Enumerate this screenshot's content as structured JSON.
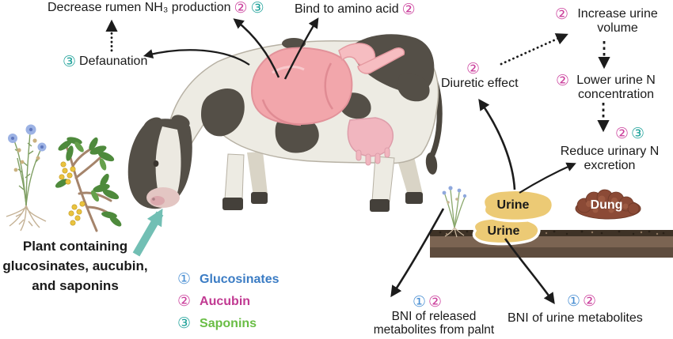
{
  "figure": {
    "badges": {
      "one": "①",
      "two": "②",
      "three": "③"
    },
    "labels": {
      "decrease_rumen": "Decrease rumen NH₃ production",
      "bind_amino": "Bind to amino acid",
      "defaunation": "Defaunation",
      "diuretic": "Diuretic effect",
      "increase_urine": {
        "l1": "Increase urine",
        "l2": "volume"
      },
      "lower_urine": {
        "l1": "Lower urine N",
        "l2": "concentration"
      },
      "reduce_urinary": {
        "l1": "Reduce urinary N",
        "l2": "excretion"
      },
      "bni_released": {
        "l1": "BNI of released",
        "l2": "metabolites from palnt"
      },
      "bni_urine": "BNI of urine metabolites",
      "plant_containing": {
        "l1": "Plant containing",
        "l2": "glucosinates, aucubin,",
        "l3": "and saponins"
      }
    },
    "legend": {
      "items": [
        {
          "num": "①",
          "label": "Glucosinates",
          "color": "#3b7cc4"
        },
        {
          "num": "②",
          "label": "Aucubin",
          "color": "#c13a92"
        },
        {
          "num": "③",
          "label": "Saponins",
          "color": "#69bd45"
        }
      ]
    },
    "ground": {
      "urine_top": "Urine",
      "urine_bottom": "Urine",
      "dung": "Dung"
    },
    "colors": {
      "badge_blue": "#4a8fd3",
      "badge_pink": "#cb3f9c",
      "badge_teal": "#1fa29a",
      "teal_arrow": "#72bfb4",
      "urine": "#ecca75",
      "dung": "#8b4a36"
    }
  }
}
